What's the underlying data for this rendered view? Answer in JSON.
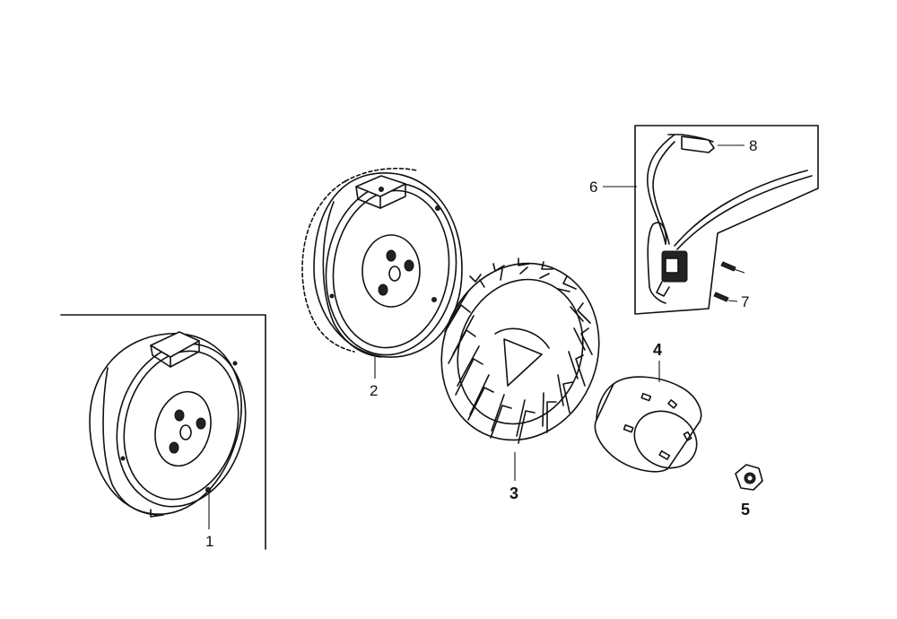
{
  "diagram": {
    "callouts": [
      {
        "id": "part-1",
        "label": "1"
      },
      {
        "id": "part-2",
        "label": "2"
      },
      {
        "id": "part-3",
        "label": "3"
      },
      {
        "id": "part-4",
        "label": "4"
      },
      {
        "id": "part-5",
        "label": "5"
      },
      {
        "id": "part-6",
        "label": "6"
      },
      {
        "id": "part-7",
        "label": "7"
      },
      {
        "id": "part-8",
        "label": "8"
      }
    ]
  },
  "colors": {
    "ink": "#111111",
    "background": "#ffffff"
  }
}
